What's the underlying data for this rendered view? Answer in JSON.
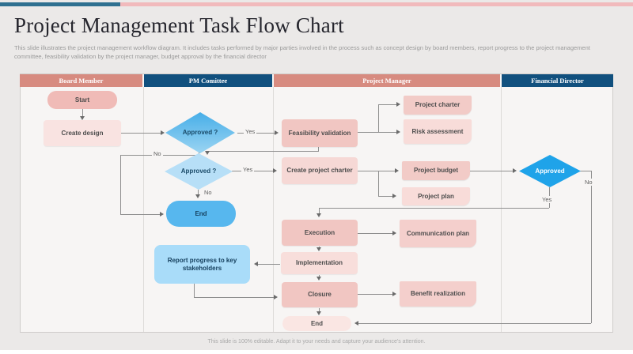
{
  "slide": {
    "title": "Project Management Task Flow Chart",
    "subtitle": "This slide illustrates the project management workflow diagram. It includes tasks performed by major parties involved in the process such as concept design by board members, report progress to the project management committee, feasibility validation by the project manager, budget approval by the financial director",
    "footer": "This slide is 100% editable. Adapt it to your needs and capture your audience's attention."
  },
  "lanes": [
    {
      "label": "Board Member",
      "color": "#d78b80"
    },
    {
      "label": "PM Comittee",
      "color": "#11507e"
    },
    {
      "label": "Project Manager",
      "color": "#d78b80"
    },
    {
      "label": "Financial Director",
      "color": "#11507e"
    }
  ],
  "nodes": {
    "start": "Start",
    "create_design": "Create design",
    "approved1": "Approved ?",
    "approved2": "Approved ?",
    "end_committee": "End",
    "report_progress": "Report progress to key stakeholders",
    "feasibility": "Feasibility validation",
    "create_charter": "Create project charter",
    "execution": "Execution",
    "implementation": "Implementation",
    "closure": "Closure",
    "end_manager": "End",
    "project_charter": "Project charter",
    "risk_assessment": "Risk assessment",
    "project_budget": "Project budget",
    "project_plan": "Project plan",
    "communication_plan": "Communication plan",
    "benefit_realization": "Benefit realization",
    "approved_fd": "Approved"
  },
  "edge_labels": {
    "yes": "Yes",
    "no": "No"
  },
  "colors": {
    "accent_bar_blue": "#2f7090",
    "accent_bar_pink": "#f1babc",
    "header_salmon": "#d78b80",
    "header_navy": "#11507e",
    "node_pink_dark": "#f1c6c2",
    "node_pink_light": "#f8dedb",
    "diamond_blue": "#47aee8",
    "diamond_light_blue": "#b7dff7",
    "fd_diamond_blue": "#1fa3e9",
    "end_blue": "#57b7ee",
    "report_blue": "#a9dcf9",
    "connector_gray": "#8f8f8f"
  }
}
